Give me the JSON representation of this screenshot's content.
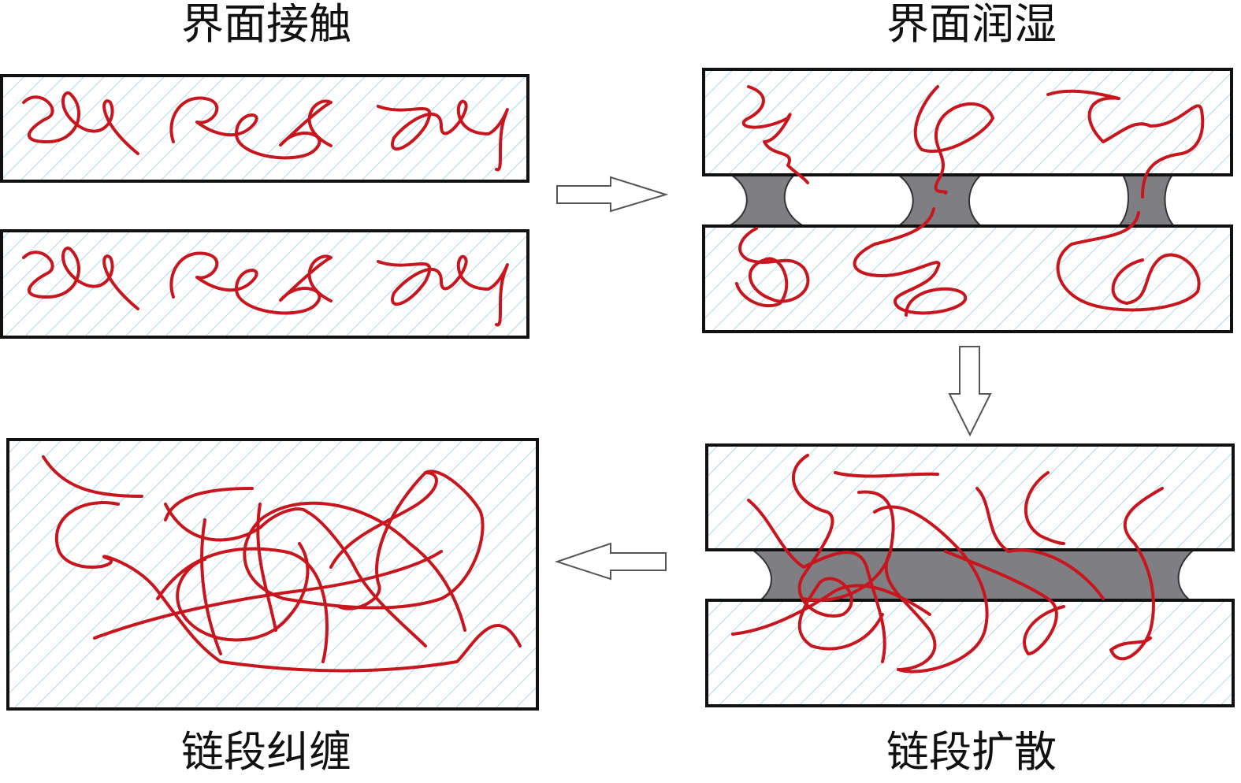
{
  "stages": [
    {
      "id": "contact",
      "label": "界面接触"
    },
    {
      "id": "wetting",
      "label": "界面润湿"
    },
    {
      "id": "diffusion",
      "label": "链段扩散"
    },
    {
      "id": "entanglement",
      "label": "链段纠缠"
    }
  ],
  "colors": {
    "chain": "#c8161e",
    "hatch": "#8cc4e0",
    "bridge": "#7f7f83"
  }
}
